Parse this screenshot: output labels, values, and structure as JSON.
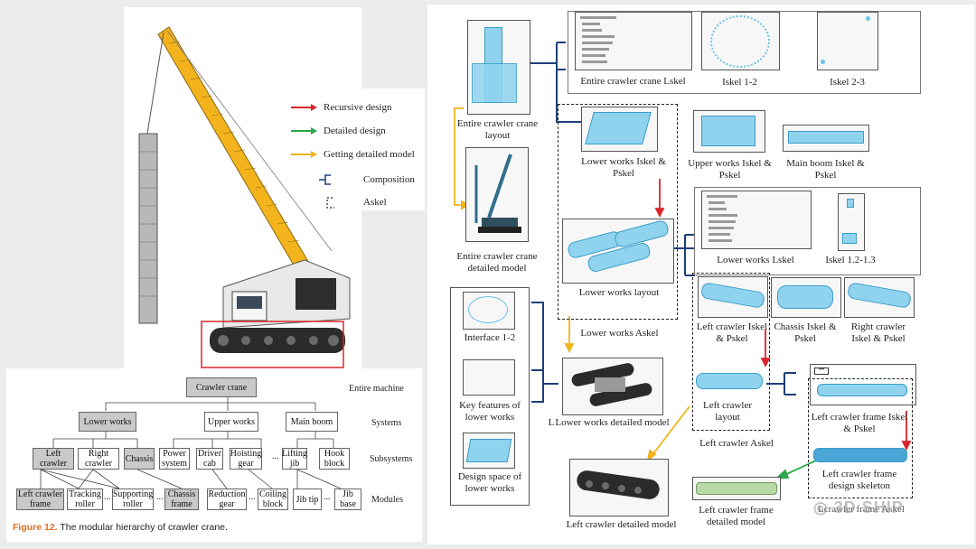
{
  "legend": {
    "recursive": "Recursive design",
    "detailed": "Detailed design",
    "getting": "Getting detailed model",
    "composition": "Composition",
    "askel": "Askel",
    "colors": {
      "red": "#d9262b",
      "green": "#2aa84a",
      "yellow": "#f0b41c",
      "blue": "#1f3f7a"
    }
  },
  "hierarchy": {
    "root": "Crawler crane",
    "systems": [
      "Lower works",
      "Upper works",
      "Main boom"
    ],
    "subsystems": [
      "Left crawler",
      "Right crawler",
      "Chassis",
      "Power system",
      "Driver cab",
      "Hoisting gear",
      "Lifting jib",
      "Hook block"
    ],
    "modules": [
      "Left crawler frame",
      "Tracking roller",
      "Supporting roller",
      "Chassis frame",
      "Reduction gear",
      "Coiling block",
      "Jib tip",
      "Jib base"
    ],
    "levels": [
      "Entire machine",
      "Systems",
      "Subsystems",
      "Modules"
    ],
    "ellipsis": "...",
    "caption_prefix": "Figure 12.",
    "caption_text": " The modular hierarchy of crawler crane."
  },
  "labels": {
    "entire_layout": "Entire crawler crane layout",
    "entire_detailed": "Entire crawler crane detailed model",
    "interface": "Interface 1-2",
    "key_features": "Key features of lower works",
    "design_space": "Design space of lower works",
    "entire_lskel": "Entire crawler crane Lskel",
    "iskel12": "Iskel 1-2",
    "iskel23": "Iskel 2-3",
    "lower_works_iskel": "Lower works Iskel & Pskel",
    "upper_works": "Upper works Iskel & Pskel",
    "main_boom": "Main boom Iskel & Pskel",
    "lower_works_layout": "Lower works layout",
    "lower_works_lskel": "Lower works Lskel",
    "iskel1213": "Iskel 1.2-1.3",
    "lower_works_askel": "Lower works Askel",
    "left_crawler": "Left crawler Iskel & Pskel",
    "chassis": "Chassis Iskel & Pskel",
    "right_crawler": "Right crawler Iskel & Pskel",
    "lower_works_detailed": "Lower works detailed model",
    "left_crawler_layout": "Left crawler layout",
    "left_crawler_askel": "Left crawler  Askel",
    "lcf_iskel": "Left crawler frame Iskel & Pskel",
    "lcf_design": "Left crawler frame design skeleton",
    "left_crawler_detailed": "Left crawler detailed model",
    "lcf_detailed": "Left crawler frame detailed model",
    "lcf_askel_overlay": "crawler frame Askel",
    "lcf_askel_prefix": "L",
    "lowerworks_cut": "L",
    "watermark": "3D SHIP"
  }
}
